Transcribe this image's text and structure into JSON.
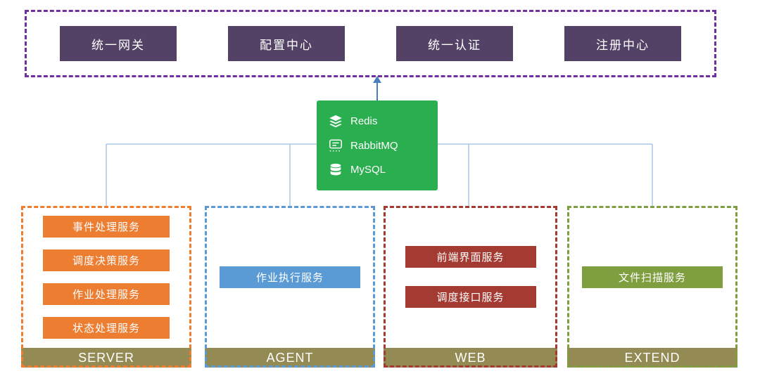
{
  "top_band": {
    "items": [
      {
        "label": "统一网关"
      },
      {
        "label": "配置中心"
      },
      {
        "label": "统一认证"
      },
      {
        "label": "注册中心"
      }
    ]
  },
  "middleware": {
    "items": [
      {
        "label": "Redis"
      },
      {
        "label": "RabbitMQ"
      },
      {
        "label": "MySQL"
      }
    ]
  },
  "groups": [
    {
      "name": "SERVER",
      "services": [
        {
          "label": "事件处理服务"
        },
        {
          "label": "调度决策服务"
        },
        {
          "label": "作业处理服务"
        },
        {
          "label": "状态处理服务"
        }
      ]
    },
    {
      "name": "AGENT",
      "services": [
        {
          "label": "作业执行服务"
        }
      ]
    },
    {
      "name": "WEB",
      "services": [
        {
          "label": "前端界面服务"
        },
        {
          "label": "调度接口服务"
        }
      ]
    },
    {
      "name": "EXTEND",
      "services": [
        {
          "label": "文件扫描服务"
        }
      ]
    }
  ],
  "colors": {
    "purple_border": "#7030A0",
    "purple_box": "#534266",
    "green_box": "#2BAE4F",
    "orange": "#ED7D31",
    "blue": "#5B9BD5",
    "dark_red": "#A33B33",
    "olive": "#7F9E3F",
    "footer_bar": "#948A54",
    "connector_line": "#A9C7E7",
    "arrow": "#4A7EBB"
  }
}
